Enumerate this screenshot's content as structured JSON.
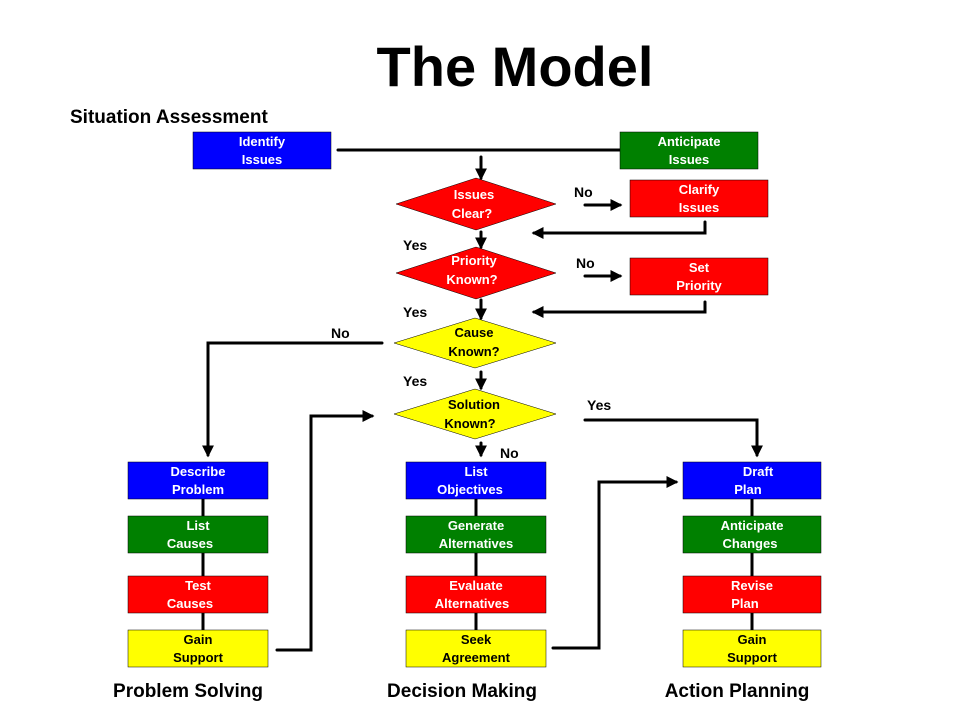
{
  "title": "The Model",
  "situation_label": "Situation Assessment",
  "colors": {
    "blue": "#0000ff",
    "green": "#008000",
    "red": "#ff0000",
    "yellow": "#ffff00"
  },
  "boxes": {
    "identify_issues": [
      "Identify",
      "Issues"
    ],
    "anticipate_issues": [
      "Anticipate",
      "Issues"
    ],
    "clarify_issues": [
      "Clarify",
      "Issues"
    ],
    "set_priority": [
      "Set",
      "Priority"
    ],
    "describe_problem": [
      "Describe",
      "Problem"
    ],
    "list_causes": [
      "List",
      "Causes"
    ],
    "test_causes": [
      "Test",
      "Causes"
    ],
    "gain_support_ps": [
      "Gain",
      "Support"
    ],
    "list_objectives": [
      "List",
      "Objectives"
    ],
    "generate_alternatives": [
      "Generate",
      "Alternatives"
    ],
    "evaluate_alternatives": [
      "Evaluate",
      "Alternatives"
    ],
    "seek_agreement": [
      "Seek",
      "Agreement"
    ],
    "draft_plan": [
      "Draft",
      "Plan"
    ],
    "anticipate_changes": [
      "Anticipate",
      "Changes"
    ],
    "revise_plan": [
      "Revise",
      "Plan"
    ],
    "gain_support_ap": [
      "Gain",
      "Support"
    ]
  },
  "decisions": {
    "issues_clear": [
      "Issues",
      "Clear?"
    ],
    "priority_known": [
      "Priority",
      "Known?"
    ],
    "cause_known": [
      "Cause",
      "Known?"
    ],
    "solution_known": [
      "Solution",
      "Known?"
    ]
  },
  "labels": {
    "no_1": "No",
    "yes_1": "Yes",
    "no_2": "No",
    "yes_2": "Yes",
    "no_3": "No",
    "yes_3": "Yes",
    "yes_4": "Yes",
    "no_4": "No"
  },
  "sections": {
    "problem_solving": "Problem Solving",
    "decision_making": "Decision Making",
    "action_planning": "Action Planning"
  }
}
